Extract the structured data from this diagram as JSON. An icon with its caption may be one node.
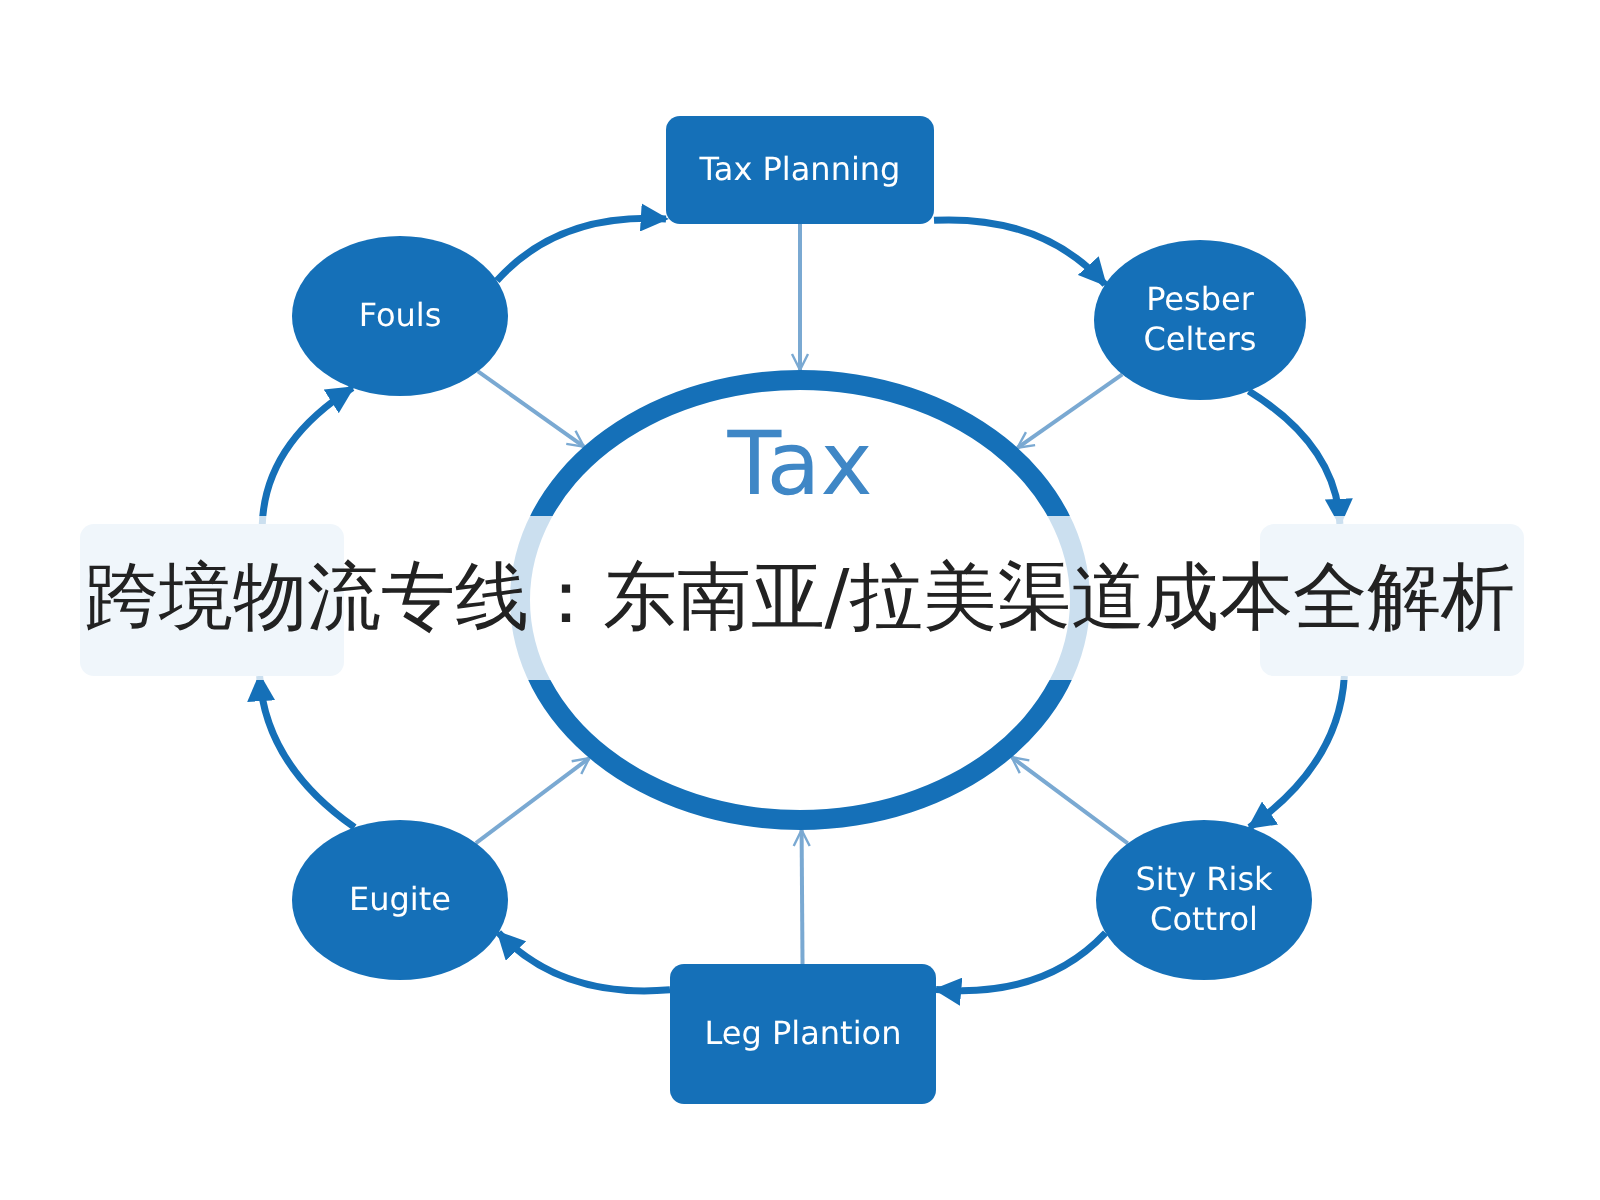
{
  "diagram": {
    "title": "跨境物流专线：东南亚/拉美渠道成本全解析",
    "nodes": [
      {
        "text": [
          "Tax Planning"
        ]
      },
      {
        "text": [
          "Pesber Celters"
        ]
      },
      {
        "text": [],
        "shape": "box"
      },
      {
        "text": [
          "Sity Risk Cottrol"
        ]
      },
      {
        "text": [
          "Leg Plantion"
        ]
      },
      {
        "text": [
          "Eugite"
        ]
      },
      {
        "text": [],
        "shape": "box"
      },
      {
        "text": [
          "Fouls"
        ]
      },
      {
        "text": [
          "Tax"
        ]
      }
    ],
    "edges": [
      {
        "from": 7,
        "to": 0,
        "arrow": "to"
      },
      {
        "from": 0,
        "to": 1,
        "arrow": "to"
      },
      {
        "from": 1,
        "to": 6,
        "arrow": "to"
      },
      {
        "from": 6,
        "to": 3,
        "arrow": "to"
      },
      {
        "from": 3,
        "to": 4,
        "arrow": "to"
      },
      {
        "from": 4,
        "to": 5,
        "arrow": "to"
      },
      {
        "from": 5,
        "to": 2,
        "arrow": "to"
      },
      {
        "from": 2,
        "to": 7,
        "arrow": "to"
      },
      {
        "from": 0,
        "to": 8,
        "arrow": "to",
        "color": "#7aa9d2"
      },
      {
        "from": 1,
        "to": 8,
        "arrow": "to",
        "color": "#7aa9d2"
      },
      {
        "from": 3,
        "to": 8,
        "arrow": "to",
        "color": "#7aa9d2"
      },
      {
        "from": 4,
        "to": 8,
        "arrow": "to",
        "color": "#7aa9d2"
      },
      {
        "from": 5,
        "to": 8,
        "arrow": "to",
        "color": "#7aa9d2"
      },
      {
        "from": 7,
        "to": 8,
        "arrow": "to",
        "color": "#7aa9d2"
      }
    ]
  }
}
